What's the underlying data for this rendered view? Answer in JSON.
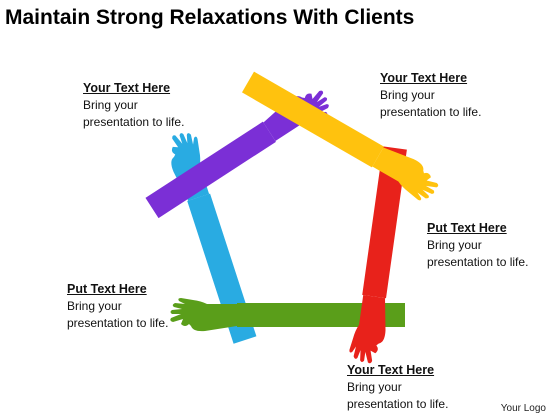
{
  "title": "Maintain Strong Relaxations With Clients",
  "blocks": [
    {
      "heading": "Your Text Here",
      "line1": "Bring your",
      "line2": "presentation to life."
    },
    {
      "heading": "Your Text Here",
      "line1": "Bring your",
      "line2": "presentation to life."
    },
    {
      "heading": "Put Text Here",
      "line1": "Bring your",
      "line2": "presentation to life."
    },
    {
      "heading": "Your Text Here",
      "line1": "Bring your",
      "line2": "presentation to life."
    },
    {
      "heading": "Put Text Here",
      "line1": "Bring your",
      "line2": "presentation to life."
    }
  ],
  "logo": "Your Logo",
  "colors": {
    "purple": "#7B2FD6",
    "yellow": "#FFC20E",
    "red": "#E8221B",
    "green": "#5A9E1A",
    "blue": "#29ABE2"
  }
}
